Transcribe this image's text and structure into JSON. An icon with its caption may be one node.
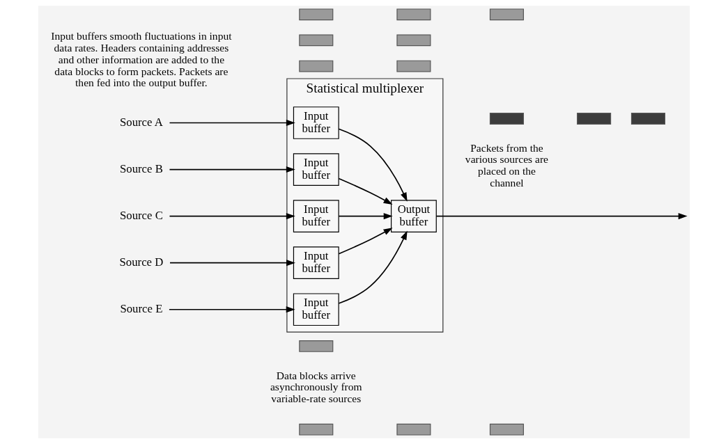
{
  "diagram": {
    "nodes": [
      {
        "text": [
          "Statistical multiplexer"
        ]
      },
      {
        "text": [
          "Source A"
        ]
      },
      {
        "text": [
          "Source B"
        ]
      },
      {
        "text": [
          "Source C"
        ]
      },
      {
        "text": [
          "Source D"
        ]
      },
      {
        "text": [
          "Source E"
        ]
      },
      {
        "text": [
          "Input buffer"
        ],
        "in": 0
      },
      {
        "text": [
          "Input buffer"
        ],
        "in": 0
      },
      {
        "text": [
          "Input buffer"
        ],
        "in": 0
      },
      {
        "text": [
          "Input buffer"
        ],
        "in": 0
      },
      {
        "text": [
          "Input buffer"
        ],
        "in": 0
      },
      {
        "text": [
          "Output buffer"
        ],
        "in": 0
      },
      {
        "text": [],
        "shape": "bar"
      },
      {
        "text": [],
        "shape": "bar"
      },
      {
        "text": [],
        "shape": "bar"
      },
      {
        "text": [],
        "shape": "bar"
      },
      {
        "text": [],
        "shape": "bar"
      },
      {
        "text": [],
        "shape": "bar"
      },
      {
        "text": [],
        "shape": "bar"
      },
      {
        "text": [],
        "shape": "bar"
      },
      {
        "text": [],
        "shape": "bar"
      },
      {
        "text": [],
        "shape": "bar"
      },
      {
        "text": [],
        "shape": "bar"
      },
      {
        "text": [],
        "shape": "bar"
      },
      {
        "text": [],
        "shape": "bar"
      },
      {
        "text": [],
        "shape": "bar"
      }
    ],
    "edges": [
      {
        "from": 1,
        "to": 6,
        "arrow": "to"
      },
      {
        "from": 2,
        "to": 7,
        "arrow": "to"
      },
      {
        "from": 3,
        "to": 8,
        "arrow": "to"
      },
      {
        "from": 4,
        "to": 9,
        "arrow": "to"
      },
      {
        "from": 5,
        "to": 10,
        "arrow": "to"
      },
      {
        "from": 6,
        "to": 11,
        "arrow": "to"
      },
      {
        "from": 7,
        "to": 11,
        "arrow": "to"
      },
      {
        "from": 8,
        "to": 11,
        "arrow": "to"
      },
      {
        "from": 9,
        "to": 11,
        "arrow": "to"
      },
      {
        "from": 10,
        "to": 11,
        "arrow": "to"
      },
      {
        "from": 11,
        "to": null,
        "arrow": "to"
      }
    ],
    "labels": [
      "Data blocks arrive asynchronously from variable-rate sources",
      "Input buffers smooth fluctuations in input data rates. Headers containing addresses and other information are added to the data blocks to form packets. Packets are then fed into the output buffer.",
      "Packets from the various sources are placed on the channel"
    ]
  }
}
